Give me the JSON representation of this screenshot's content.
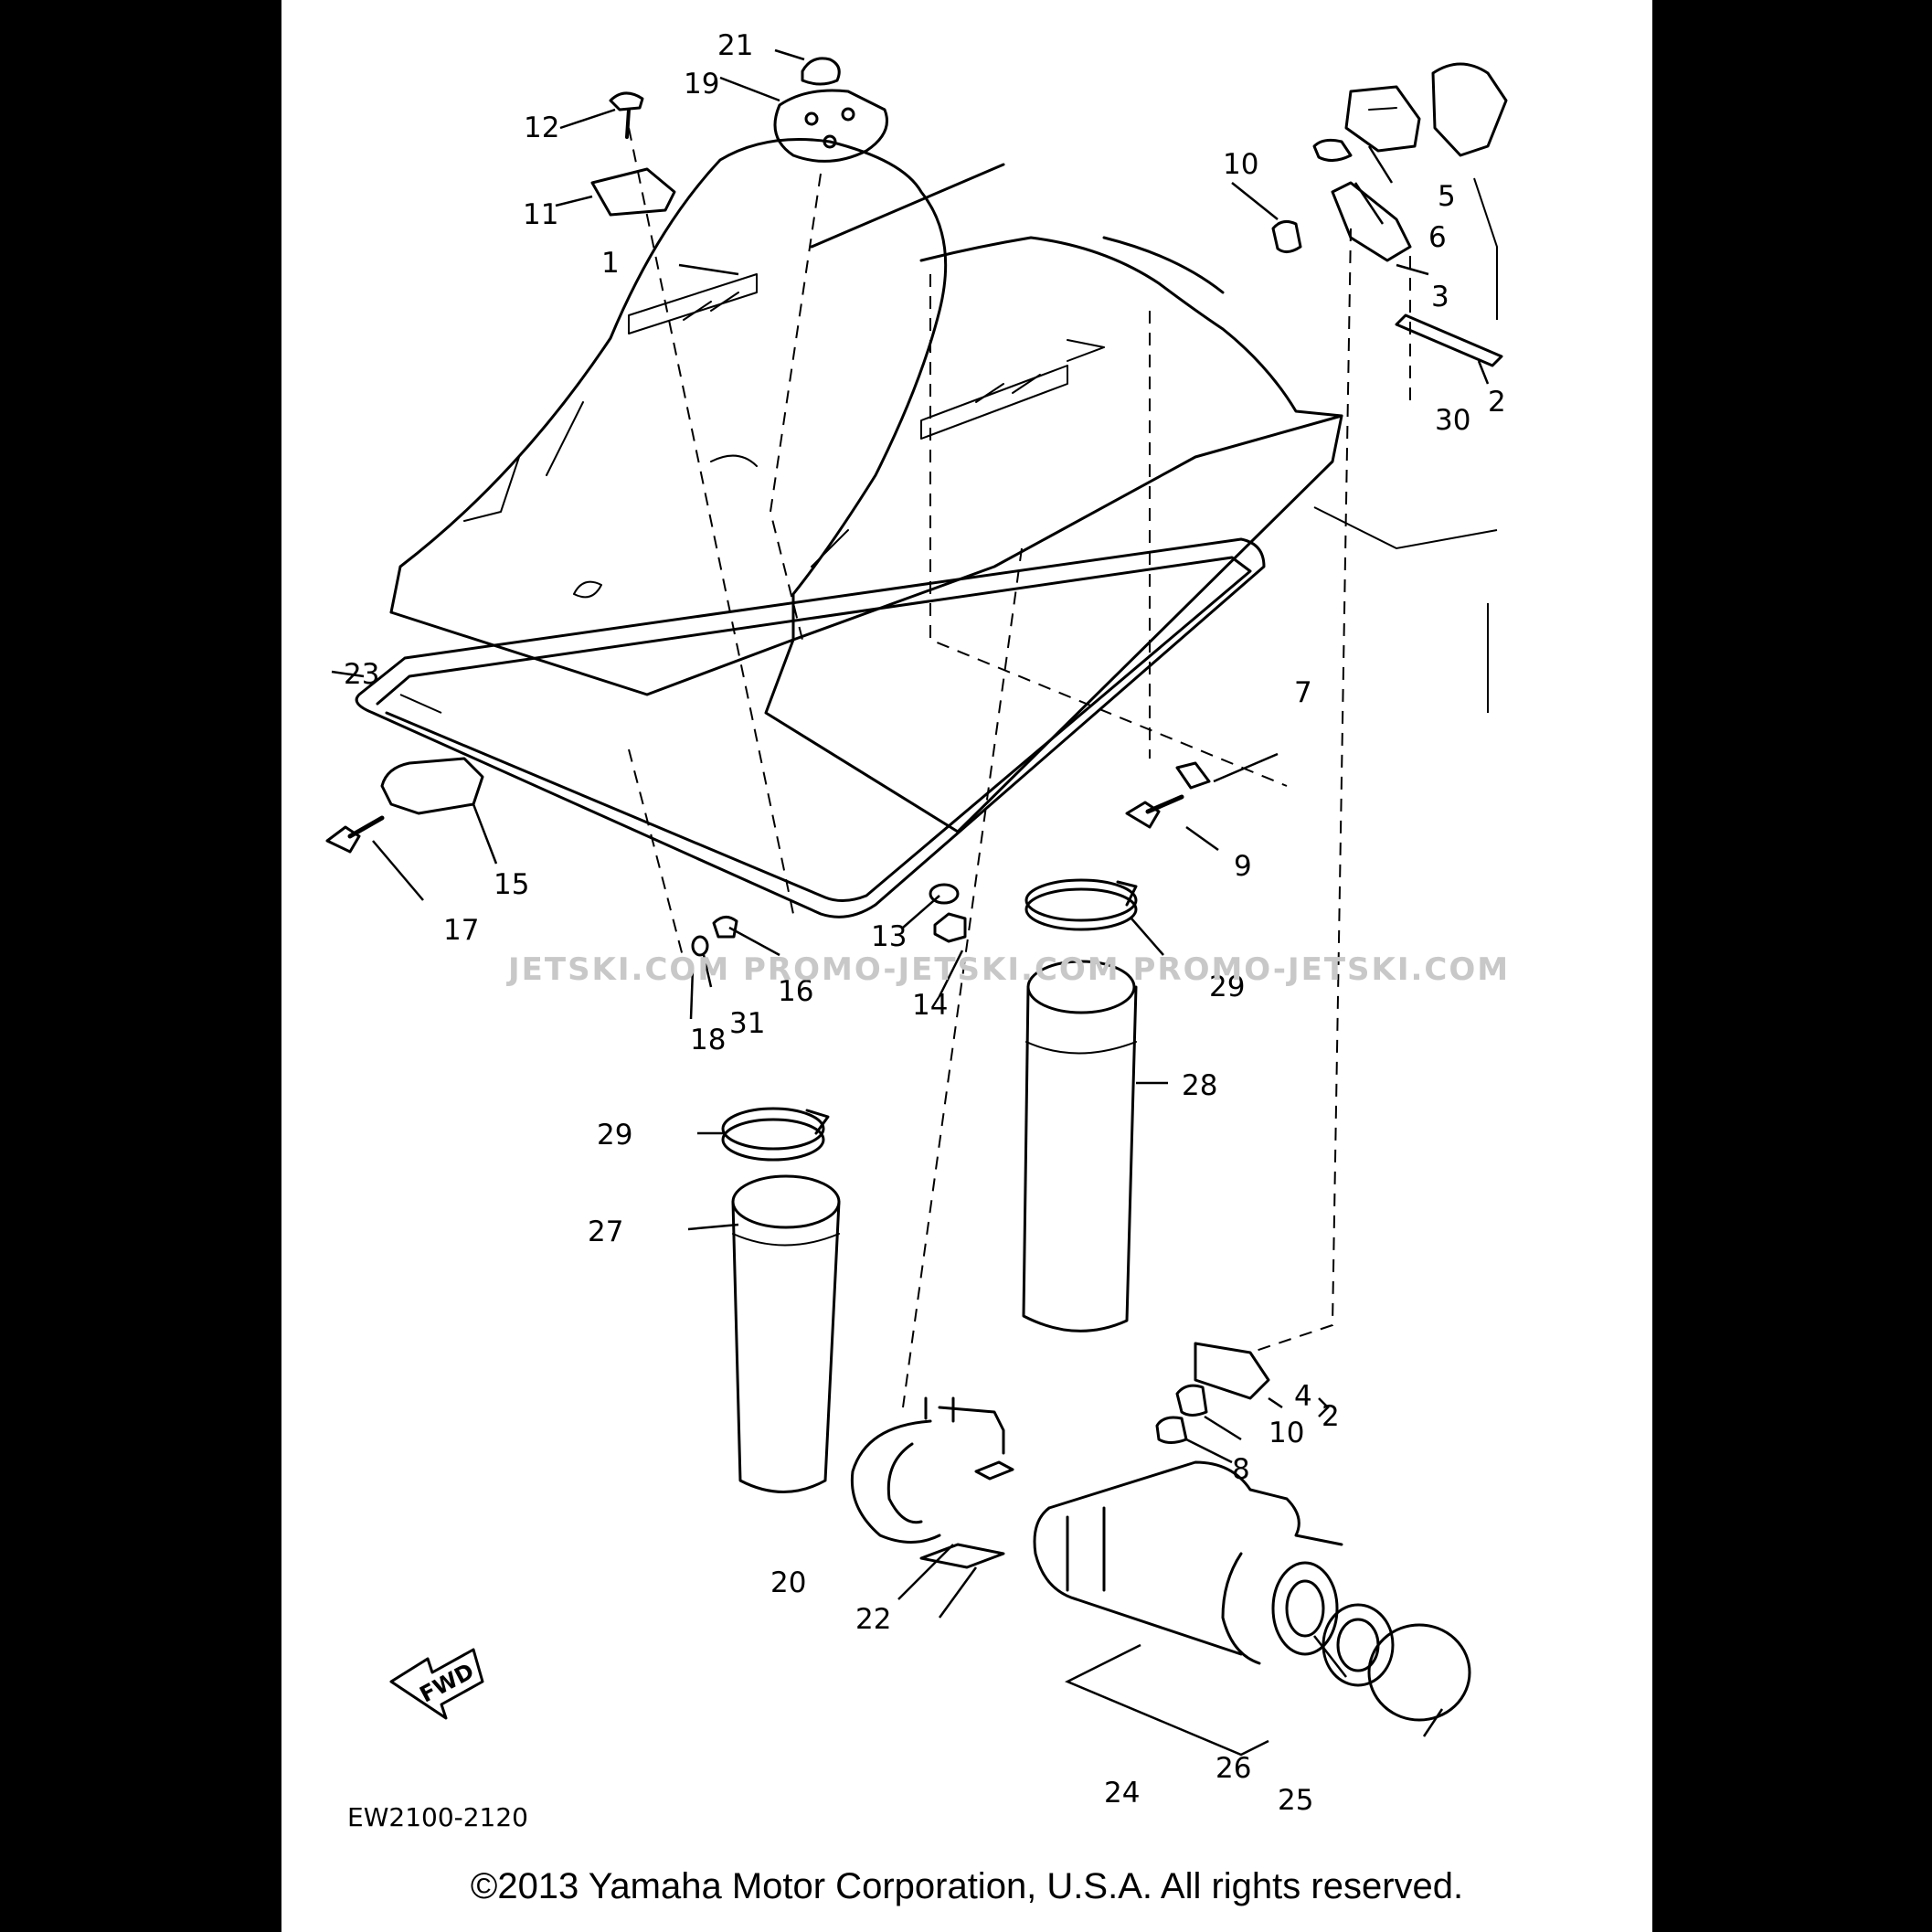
{
  "diagram": {
    "code": "EW2100-2120",
    "direction_label": "FWD",
    "watermark": "JETSKI.COM  PROMO-JETSKI.COM  PROMO-JETSKI.COM",
    "copyright": "©2013 Yamaha Motor Corporation, U.S.A. All rights reserved.",
    "callouts": [
      "1",
      "2",
      "3",
      "4",
      "5",
      "6",
      "7",
      "8",
      "9",
      "10",
      "11",
      "12",
      "13",
      "14",
      "15",
      "16",
      "17",
      "18",
      "19",
      "20",
      "21",
      "22",
      "23",
      "24",
      "25",
      "26",
      "27",
      "28",
      "29",
      "30",
      "31"
    ]
  },
  "colors": {
    "background": "#000000",
    "sheet": "#ffffff",
    "ink": "#000000",
    "watermark": "#c8c8c8"
  }
}
